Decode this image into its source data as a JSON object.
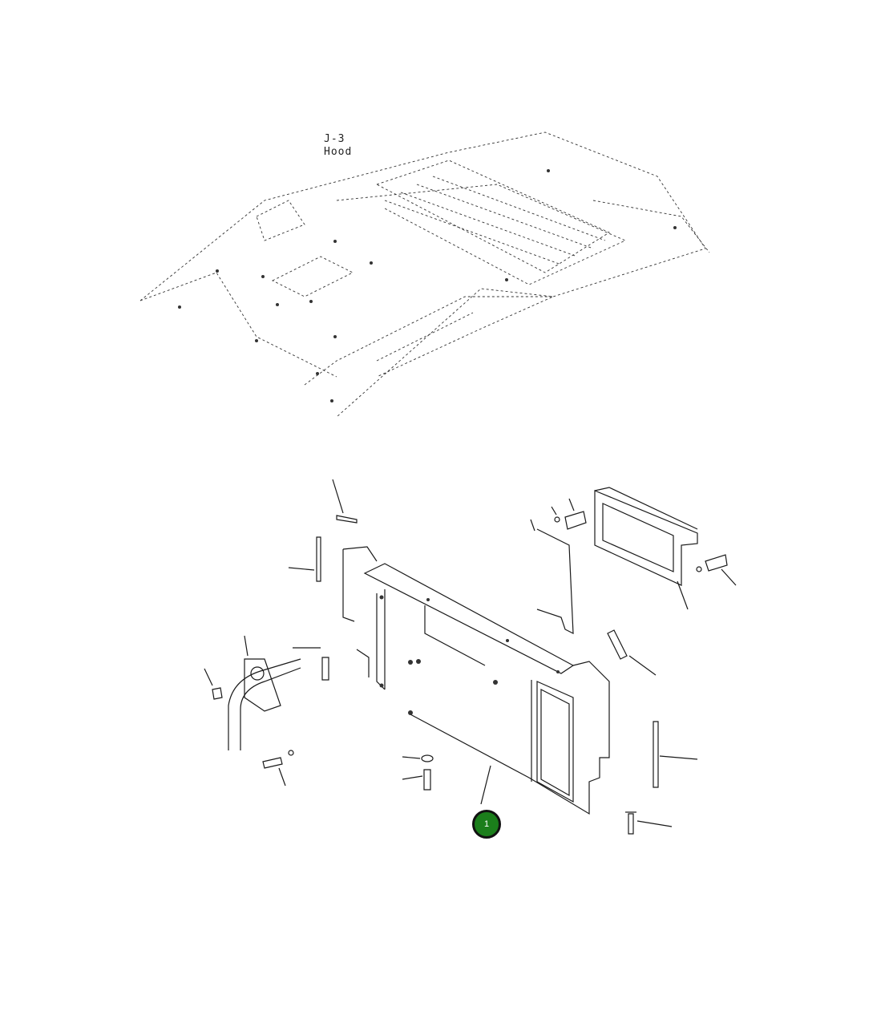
{
  "reference": {
    "code": "J-3",
    "name": "Hood"
  },
  "callouts": [
    {
      "number": "1"
    }
  ],
  "colors": {
    "callout_fill": "#1b7e1b",
    "callout_border": "#111111",
    "line": "#1a1a1a"
  }
}
